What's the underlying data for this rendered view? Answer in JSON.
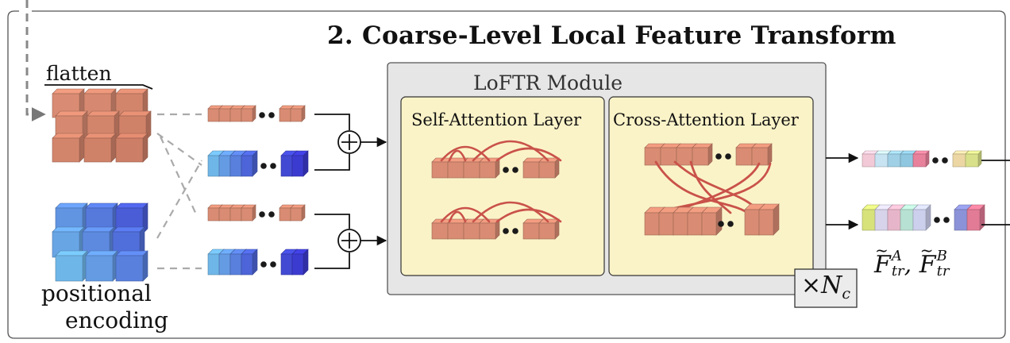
{
  "title": "2. Coarse-Level Local Feature Transform",
  "labels": {
    "flatten": "flatten",
    "positional_1": "positional",
    "positional_2": "encoding",
    "module_title": "LoFTR Module",
    "self_attention": "Self-Attention Layer",
    "cross_attention": "Cross-Attention Layer",
    "repeat_times": "×",
    "repeat_symbol": "N",
    "repeat_sub": "c",
    "output_symbol": "F",
    "output_sub": "tr",
    "output_sup_a": "A",
    "output_sup_b": "B",
    "output_sep": ","
  },
  "colors": {
    "salmon": "#d98c73",
    "salmon_dark": "#b5614a",
    "blue_light": "#6fb6e8",
    "blue_dark": "#3c3bd0",
    "module_bg": "#e6e6e6",
    "layer_bg": "#fbf3c8",
    "attention_arc": "#c9524a"
  }
}
